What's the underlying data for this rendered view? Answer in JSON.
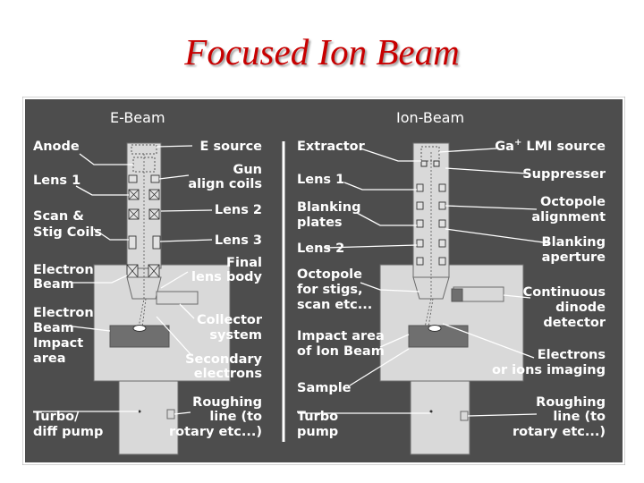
{
  "title": "Focused Ion Beam",
  "diagram": {
    "ebeam": {
      "header": "E-Beam",
      "labels": {
        "anode": "Anode",
        "lens1": "Lens 1",
        "scan_stig_1": "Scan &",
        "scan_stig_2": "Stig Coils",
        "electron_beam_1": "Electron",
        "electron_beam_2": "Beam",
        "impact_1": "Electron",
        "impact_2": "Beam",
        "impact_3": "Impact",
        "impact_4": "area",
        "turbo_1": "Turbo/",
        "turbo_2": "diff pump",
        "e_source": "E source",
        "gun_align_1": "Gun",
        "gun_align_2": "align coils",
        "lens2": "Lens 2",
        "lens3": "Lens 3",
        "final_lens_1": "Final",
        "final_lens_2": "lens body",
        "collector_1": "Collector",
        "collector_2": "system",
        "secondary_1": "Secondary",
        "secondary_2": "electrons",
        "roughing_1": "Roughing",
        "roughing_2": "line (to",
        "roughing_3": "rotary etc...)"
      }
    },
    "ionbeam": {
      "header": "Ion-Beam",
      "labels": {
        "extractor": "Extractor",
        "lens1": "Lens 1",
        "blanking_plates_1": "Blanking",
        "blanking_plates_2": "plates",
        "lens2": "Lens 2",
        "octopole_1": "Octopole",
        "octopole_2": "for stigs,",
        "octopole_3": "scan etc...",
        "impact_1": "Impact area",
        "impact_2": "of Ion Beam",
        "sample": "Sample",
        "turbo_1": "Turbo",
        "turbo_2": "pump",
        "ga_source_prefix": "Ga",
        "ga_source_sup": "+",
        "ga_source_rest": " LMI source",
        "suppresser": "Suppresser",
        "octopole_align_1": "Octopole",
        "octopole_align_2": "alignment",
        "blanking_aperture_1": "Blanking",
        "blanking_aperture_2": "aperture",
        "dinode_1": "Continuous",
        "dinode_2": "dinode",
        "dinode_3": "detector",
        "imaging_1": "Electrons",
        "imaging_2": "or ions imaging",
        "roughing_1": "Roughing",
        "roughing_2": "line (to",
        "roughing_3": "rotary etc...)"
      }
    }
  }
}
